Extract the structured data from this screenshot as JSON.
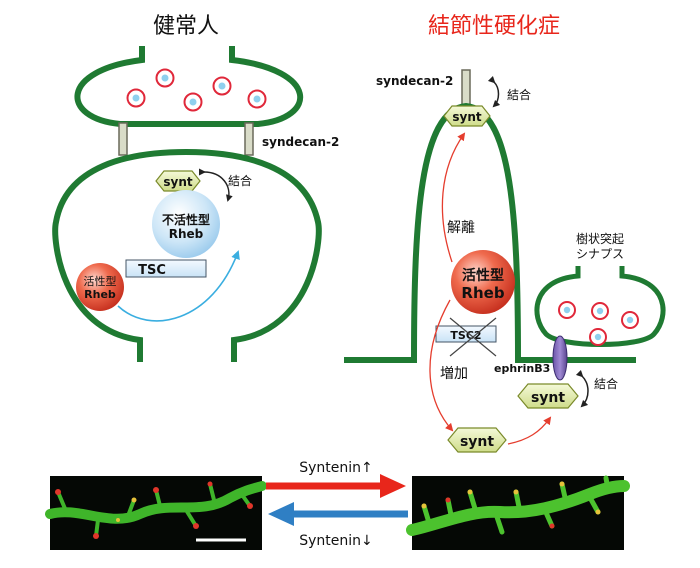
{
  "left": {
    "title": "健常人",
    "syndecan": "syndecan-2",
    "synt": "synt",
    "bind": "結合",
    "inactive_1": "不活性型",
    "inactive_2": "Rheb",
    "tsc": "TSC",
    "active_1": "活性型",
    "active_2": "Rheb"
  },
  "right": {
    "title": "結節性硬化症",
    "syndecan": "syndecan-2",
    "synt_top": "synt",
    "bind_top": "結合",
    "dissociate": "解離",
    "active_1": "活性型",
    "active_2": "Rheb",
    "tsc2": "TSC2",
    "increase": "増加",
    "synt_mid": "synt",
    "spine_1": "樹状突起",
    "spine_2": "シナプス",
    "ephrin": "ephrinB3",
    "synt_right": "synt",
    "bind_right": "結合"
  },
  "bottom": {
    "syntenin_up": "Syntenin↑",
    "syntenin_down": "Syntenin↓"
  },
  "colors": {
    "membrane": "#1f7a32",
    "title_right": "#e8261b",
    "synt_fill": "#e6efb8",
    "synt_stroke": "#7a8a2a",
    "vesicle": "#e0283a",
    "arrow_red": "#e53d2e",
    "arrow_blue": "#2f7fc4",
    "curve_blue": "#3aaee0"
  },
  "icons": [
    "vesicle-icon",
    "synt-hexagon-icon",
    "rheb-sphere-icon",
    "cross-icon",
    "ephrin-receptor-icon",
    "bidirectional-arrow-icon"
  ]
}
